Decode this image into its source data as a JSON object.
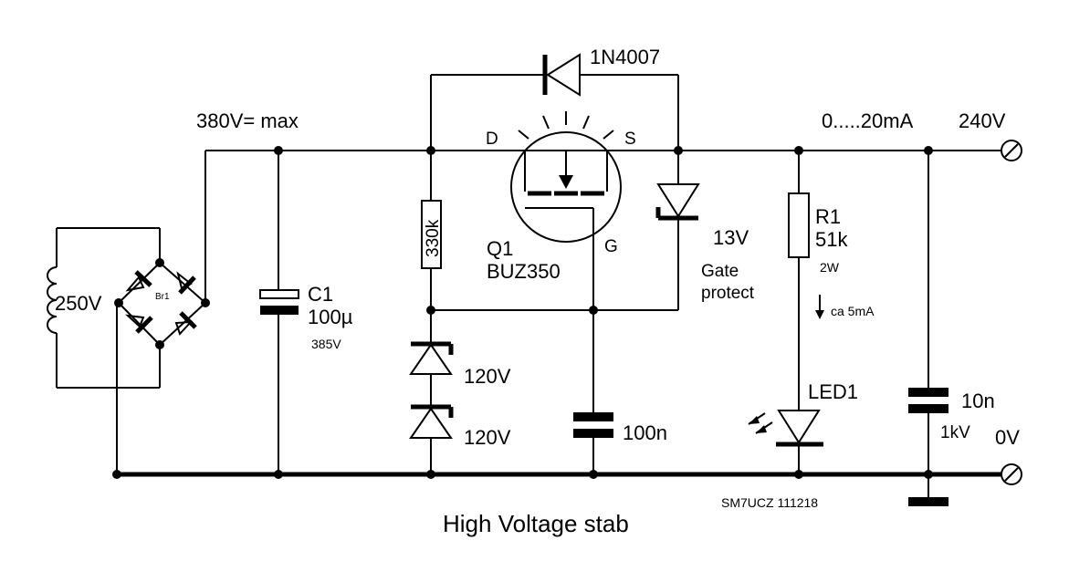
{
  "labels": {
    "input_ac": "250V",
    "bridge": "Br1",
    "max_voltage": "380V= max",
    "c1_name": "C1",
    "c1_value": "100µ",
    "c1_rating": "385V",
    "r_gate": "330k",
    "zener1": "120V",
    "zener2": "120V",
    "cap_gate": "100n",
    "q1_name": "Q1",
    "q1_part": "BUZ350",
    "pin_d": "D",
    "pin_s": "S",
    "pin_g": "G",
    "diode_top": "1N4007",
    "zener_gate": "13V",
    "gate_protect_1": "Gate",
    "gate_protect_2": "protect",
    "r1_name": "R1",
    "r1_value": "51k",
    "r1_power": "2W",
    "led_current": "ca 5mA",
    "led_name": "LED1",
    "out_current": "0.....20mA",
    "out_voltage": "240V",
    "cap_out_value": "10n",
    "cap_out_rating": "1kV",
    "ground": "0V",
    "signature": "SM7UCZ 111218",
    "title": "High Voltage stab"
  }
}
